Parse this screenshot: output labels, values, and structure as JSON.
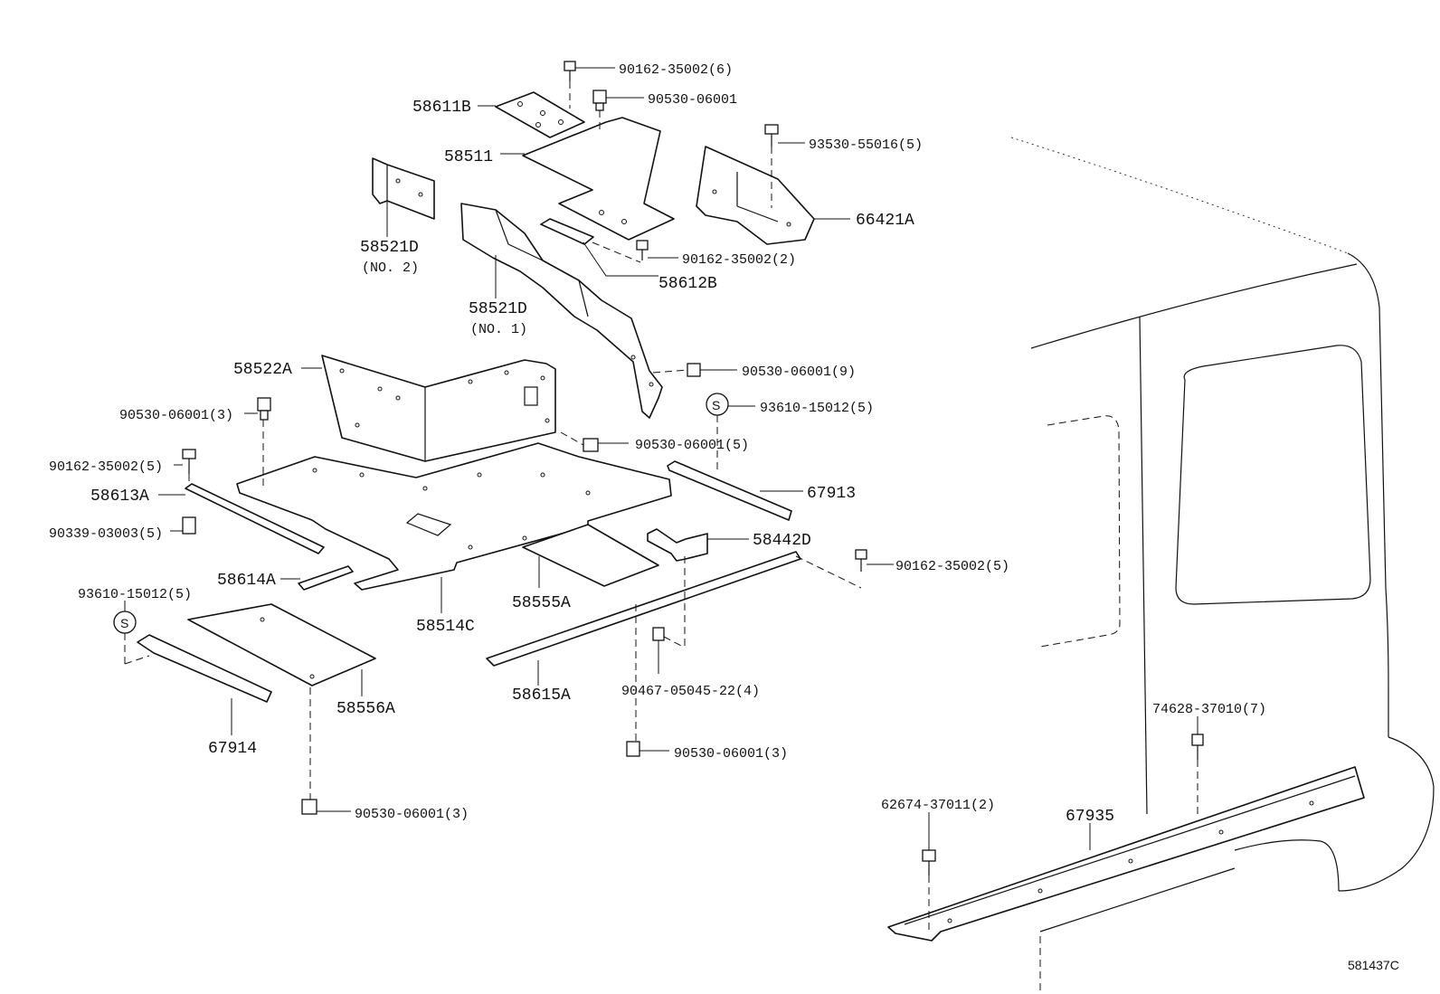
{
  "diagram": {
    "code": "581437C",
    "labels": {
      "p58611B": "58611B",
      "p90162_35002_6": "90162-35002(6)",
      "p90530_06001_a": "90530-06001",
      "p58511": "58511",
      "p93530_55016_5": "93530-55016(5)",
      "p66421A": "66421A",
      "p58521D_2": "58521D",
      "p58521D_2_sub": "(NO. 2)",
      "p90162_35002_2": "90162-35002(2)",
      "p58612B": "58612B",
      "p58521D_1": "58521D",
      "p58521D_1_sub": "(NO. 1)",
      "p58522A": "58522A",
      "p90530_06001_9": "90530-06001(9)",
      "p90530_06001_3a": "90530-06001(3)",
      "p93610_15012_5a": "93610-15012(5)",
      "p90530_06001_5": "90530-06001(5)",
      "p90162_35002_5a": "90162-35002(5)",
      "p67913": "67913",
      "p58613A": "58613A",
      "p90339_03003_5": "90339-03003(5)",
      "p58442D": "58442D",
      "p90162_35002_5b": "90162-35002(5)",
      "p58614A": "58614A",
      "p93610_15012_5b": "93610-15012(5)",
      "s_a": "S",
      "s_b": "S",
      "p58514C": "58514C",
      "p58555A": "58555A",
      "p90467_05045_22_4": "90467-05045-22(4)",
      "p58615A": "58615A",
      "p58556A": "58556A",
      "p67914": "67914",
      "p90530_06001_3b": "90530-06001(3)",
      "p74628_37010_7": "74628-37010(7)",
      "p90530_06001_3c": "90530-06001(3)",
      "p62674_37011_2": "62674-37011(2)",
      "p67935": "67935"
    }
  }
}
